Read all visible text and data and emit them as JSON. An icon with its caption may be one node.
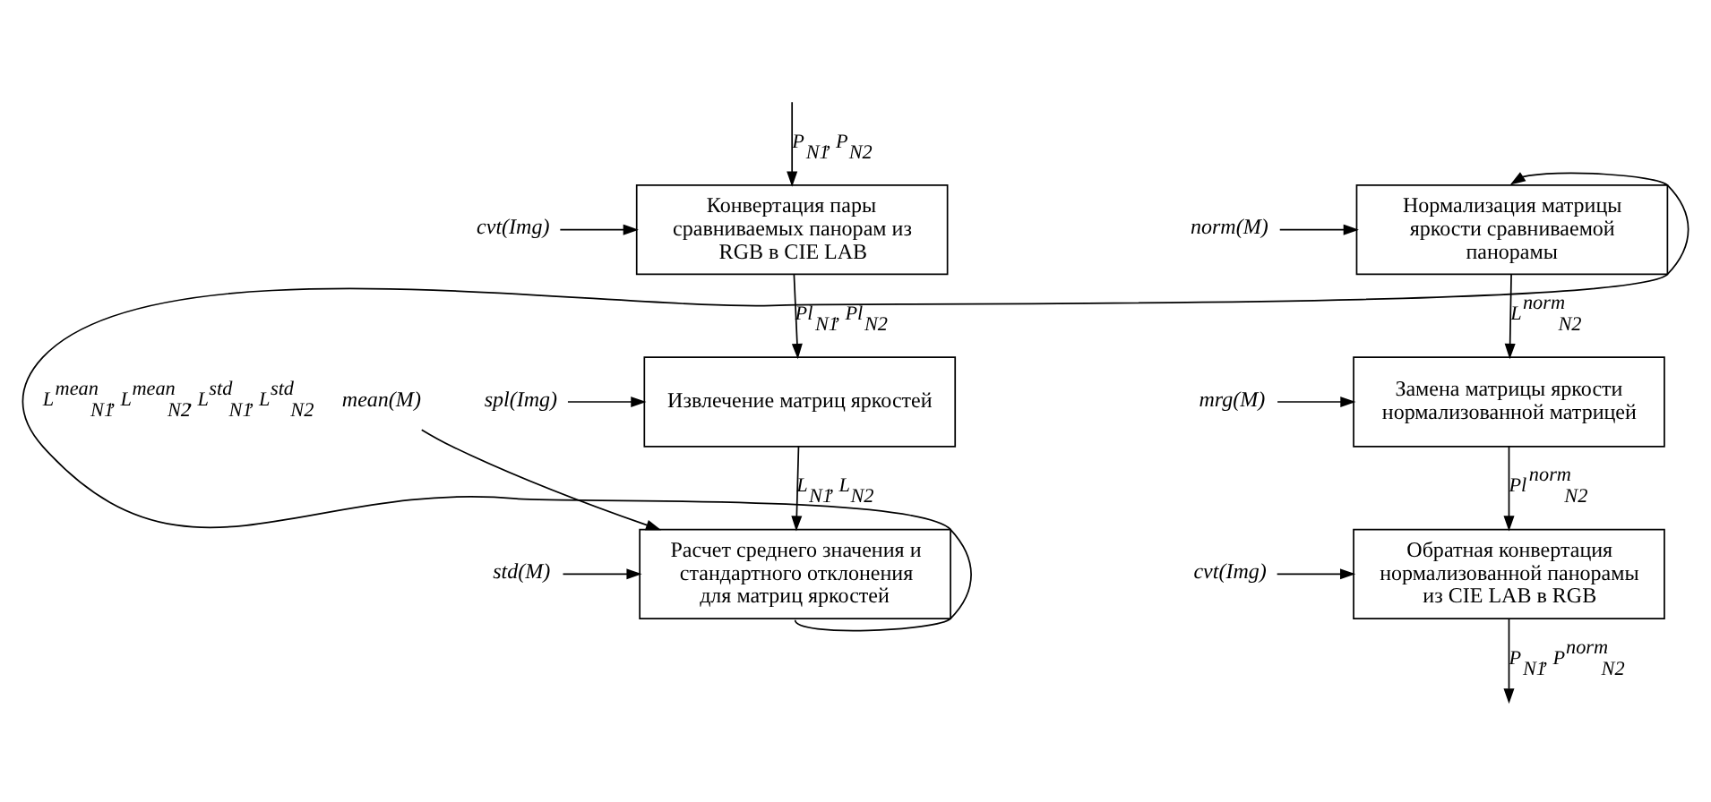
{
  "diagram": {
    "nodes": [
      {
        "text": [
          "Конвертация пары сравниваемых панорам из RGB в CIE LAB"
        ]
      },
      {
        "text": [
          "Извлечение матриц яркостей"
        ]
      },
      {
        "text": [
          "Расчет среднего значения и стандартного отклонения для матриц яркостей"
        ]
      },
      {
        "text": [
          "Нормализация матрицы яркости сравниваемой панорамы"
        ]
      },
      {
        "text": [
          "Замена матрицы яркости нормализованной матрицей"
        ]
      },
      {
        "text": [
          "Обратная конвертация нормализованной панорамы из CIE LAB в RGB"
        ]
      },
      {
        "text": [
          "cvt(Img)"
        ]
      },
      {
        "text": [
          "spl(Img)"
        ]
      },
      {
        "text": [
          "mean(M)"
        ]
      },
      {
        "text": [
          "std(M)"
        ]
      },
      {
        "text": [
          "norm(M)"
        ]
      },
      {
        "text": [
          "mrg(M)"
        ]
      },
      {
        "text": [
          "cvt(Img)"
        ]
      }
    ],
    "edges": [
      {
        "from": null,
        "to": 0,
        "arrow": "to",
        "label": "P$_{N1}$, P$_{N2}$"
      },
      {
        "from": 0,
        "to": 1,
        "arrow": "to",
        "label": "Pl$_{N1}$, Pl$_{N2}$"
      },
      {
        "from": 1,
        "to": 2,
        "arrow": "to",
        "label": "L$_{N1}$, L$_{N2}$"
      },
      {
        "from": 2,
        "to": 3,
        "arrow": "to",
        "label": "L$^{mean}$$_{N1}$, L$^{mean}$$_{N2}$, L$^{std}$$_{N1}$, L$^{std}$$_{N2}$"
      },
      {
        "from": 3,
        "to": 4,
        "arrow": "to",
        "label": "L$^{norm}$$_{N2}$"
      },
      {
        "from": 4,
        "to": 5,
        "arrow": "to",
        "label": "Pl$^{norm}$$_{N2}$"
      },
      {
        "from": 5,
        "to": null,
        "arrow": "to",
        "label": "P$_{N1}$, P$^{norm}$$_{N2}$"
      },
      {
        "from": 6,
        "to": 0,
        "arrow": "to"
      },
      {
        "from": 7,
        "to": 1,
        "arrow": "to"
      },
      {
        "from": 8,
        "to": 2,
        "arrow": "to"
      },
      {
        "from": 9,
        "to": 2,
        "arrow": "to"
      },
      {
        "from": 10,
        "to": 3,
        "arrow": "to"
      },
      {
        "from": 11,
        "to": 4,
        "arrow": "to"
      },
      {
        "from": 12,
        "to": 5,
        "arrow": "to"
      }
    ]
  }
}
